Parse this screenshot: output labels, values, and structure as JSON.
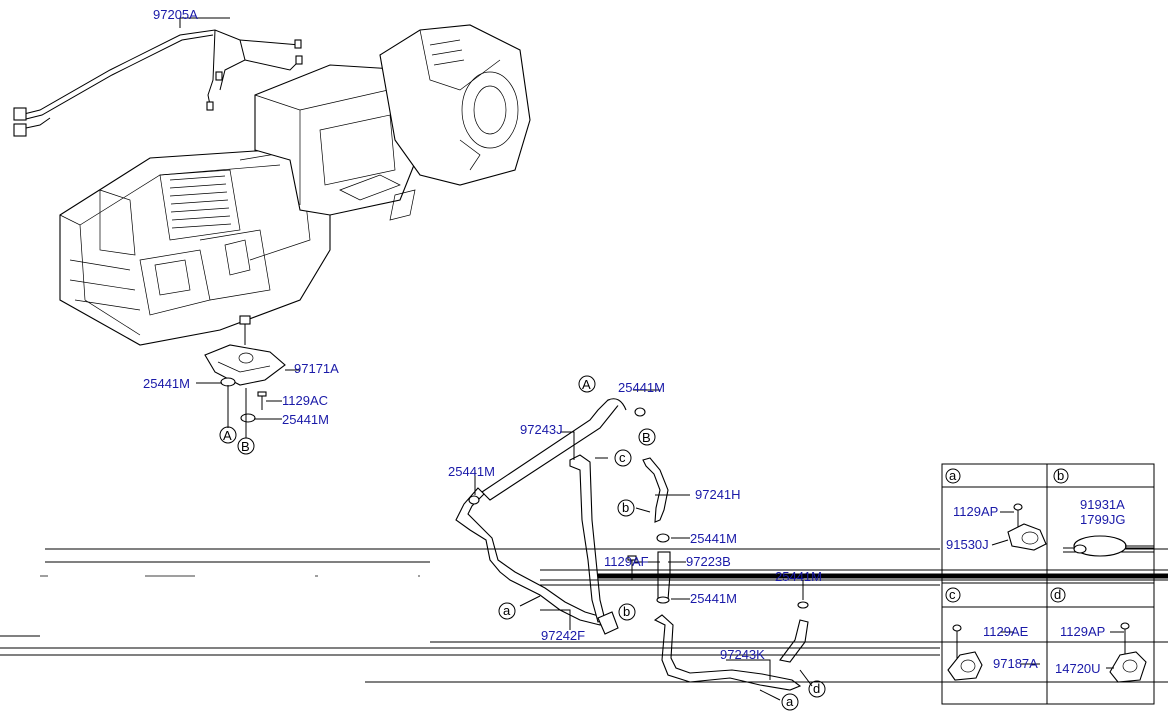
{
  "colors": {
    "label": "#1a1aa8",
    "line": "#000000",
    "background": "#ffffff"
  },
  "labels": {
    "wiring": "97205A",
    "bracket": "97171A",
    "grommet_left": "25441M",
    "bolt_bracket": "1129AC",
    "grommet_bracket": "25441M",
    "grommet_top": "25441M",
    "hose_j": "97243J",
    "grommet_m": "25441M",
    "hose_h": "97241H",
    "grommet_h": "25441M",
    "bolt_af": "1129AF",
    "pipe_b": "97223B",
    "grommet_mid": "25441M",
    "grommet_right": "25441M",
    "hose_f": "97242F",
    "hose_k": "97243K"
  },
  "refs": {
    "A_bracket": "A",
    "B_bracket": "B",
    "A_top": "A",
    "B_top": "B",
    "c": "c",
    "b_hose": "b",
    "b_pipe": "b",
    "a_left": "a",
    "d_bottom": "d",
    "a_bottom": "a"
  },
  "inset": {
    "a": {
      "tag": "a",
      "bolt": "1129AP",
      "clip": "91530J"
    },
    "b": {
      "tag": "b",
      "part1": "91931A",
      "part2": "1799JG"
    },
    "c": {
      "tag": "c",
      "bolt": "1129AE",
      "clip": "97187A"
    },
    "d": {
      "tag": "d",
      "bolt": "1129AP",
      "clip": "14720U"
    }
  }
}
